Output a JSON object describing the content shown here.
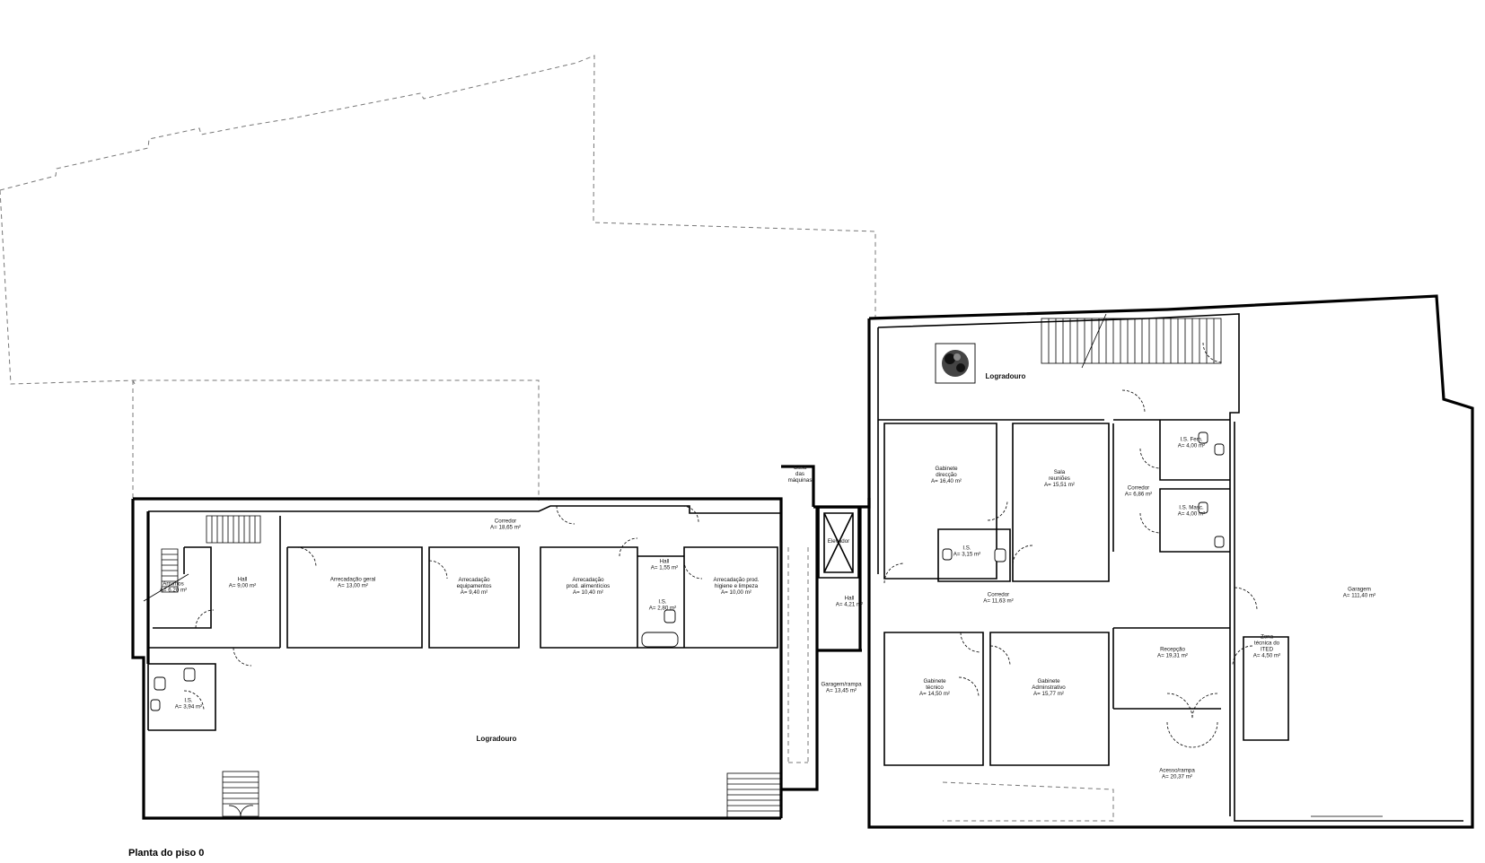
{
  "title": "Planta do piso 0",
  "rooms": [
    {
      "id": "arrumos",
      "name": "Arrumos",
      "area": "A= 6,20 m²"
    },
    {
      "id": "hall-left",
      "name": "Hall",
      "area": "A= 9,00 m²"
    },
    {
      "id": "corredor-left",
      "name": "Corredor",
      "area": "A= 18,65 m²"
    },
    {
      "id": "arrecadacao-geral",
      "name": "Arrecadação geral",
      "area": "A= 13,00 m²"
    },
    {
      "id": "arrecadacao-equipamentos",
      "name": "Arrecadação\nequipamentos",
      "area": "A= 9,40 m²"
    },
    {
      "id": "arrecadacao-alimenticios",
      "name": "Arrecadação\nprod. alimentícios",
      "area": "A= 10,40 m²"
    },
    {
      "id": "hall-small",
      "name": "Hall",
      "area": "A= 1,55 m²"
    },
    {
      "id": "is-small",
      "name": "I.S.",
      "area": "A= 2,80 m²"
    },
    {
      "id": "arrecadacao-higiene",
      "name": "Arrecadação prod.\nhigiene e limpeza",
      "area": "A= 10,00 m²"
    },
    {
      "id": "is-left",
      "name": "I.S.",
      "area": "A= 3,94 m²"
    },
    {
      "id": "logradouro-bottom",
      "name": "Logradouro",
      "area": ""
    },
    {
      "id": "casa-maquinas",
      "name": "Casa\ndas\nmáquinas",
      "area": ""
    },
    {
      "id": "elevador",
      "name": "Elevador",
      "area": ""
    },
    {
      "id": "hall-mid",
      "name": "Hall",
      "area": "A= 4,21 m²"
    },
    {
      "id": "garagem-rampa",
      "name": "Garagem/rampa",
      "area": "A= 13,45 m²"
    },
    {
      "id": "logradouro-top",
      "name": "Logradouro",
      "area": ""
    },
    {
      "id": "gabinete-direccao",
      "name": "Gabinete\ndirecção",
      "area": "A= 16,40 m²"
    },
    {
      "id": "sala-reunioes",
      "name": "Sala\nreuniões",
      "area": "A= 15,51 m²"
    },
    {
      "id": "is-right",
      "name": "I.S.",
      "area": "A= 3,15 m²"
    },
    {
      "id": "corredor-right",
      "name": "Corredor",
      "area": "A= 6,86 m²"
    },
    {
      "id": "is-fem",
      "name": "I.S. Fem.",
      "area": "A= 4,00 m²"
    },
    {
      "id": "is-masc",
      "name": "I.S. Masc.",
      "area": "A= 4,00 m²"
    },
    {
      "id": "corredor-mid",
      "name": "Corredor",
      "area": "A= 11,63 m²"
    },
    {
      "id": "garagem",
      "name": "Garagem",
      "area": "A= 111,40 m²"
    },
    {
      "id": "gabinete-tecnico",
      "name": "Gabinete\ntécnico",
      "area": "A= 14,50 m²"
    },
    {
      "id": "gabinete-administrativo",
      "name": "Gabinete\nAdminstrativo",
      "area": "A= 15,77 m²"
    },
    {
      "id": "recepcao",
      "name": "Recepção",
      "area": "A= 19,31 m²"
    },
    {
      "id": "zona-ited",
      "name": "Zona\ntécnica do\nITED",
      "area": "A= 4,50 m²"
    },
    {
      "id": "acesso-rampa",
      "name": "Acesso/rampa",
      "area": "A= 20,37 m²"
    }
  ]
}
